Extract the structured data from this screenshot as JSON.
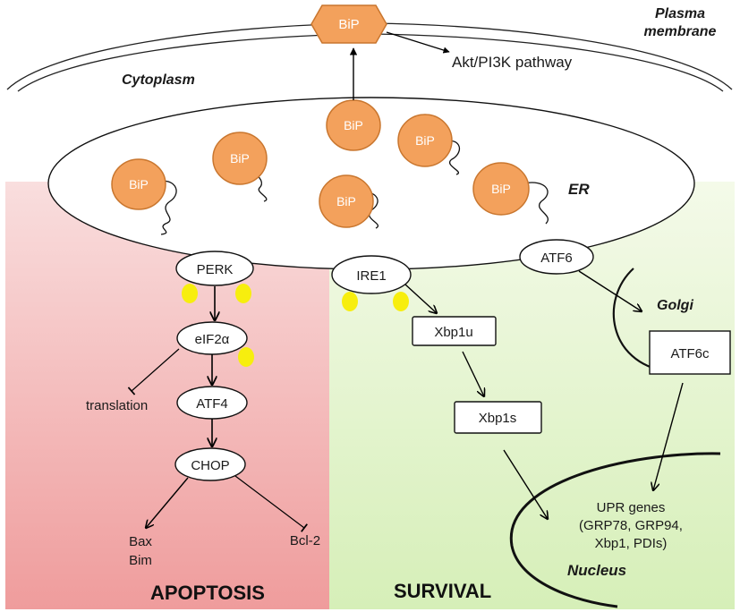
{
  "labels": {
    "plasma_membrane": [
      "Plasma",
      "membrane"
    ],
    "cytoplasm": "Cytoplasm",
    "er": "ER",
    "golgi": "Golgi",
    "nucleus": "Nucleus",
    "apoptosis": "APOPTOSIS",
    "survival": "SURVIVAL"
  },
  "bip": {
    "surface": "BiP",
    "surface_target": "Akt/PI3K pathway",
    "er_chaperones": [
      "BiP",
      "BiP",
      "BiP",
      "BiP",
      "BiP",
      "BiP"
    ]
  },
  "sensors": {
    "perk": "PERK",
    "ire1": "IRE1",
    "atf6": "ATF6"
  },
  "perk_branch": {
    "eif2a": "eIF2α",
    "translation": "translation",
    "atf4": "ATF4",
    "chop": "CHOP",
    "bax": "Bax",
    "bim": "Bim",
    "bcl2": "Bcl-2"
  },
  "ire1_branch": {
    "xbp1u": "Xbp1u",
    "xbp1s": "Xbp1s"
  },
  "atf6_branch": {
    "atf6c": "ATF6c"
  },
  "nucleus_targets": {
    "title": "UPR genes",
    "line2": "(GRP78, GRP94,",
    "line3": "Xbp1, PDIs)"
  },
  "colors": {
    "apoptosis_top": "#f9dede",
    "apoptosis_bottom": "#ef9c9c",
    "survival_top": "#f4fae9",
    "survival_bottom": "#d6efb8",
    "bip_fill": "#f3a15c",
    "bip_stroke": "#c9762e",
    "phospho": "#f7ee0e"
  }
}
